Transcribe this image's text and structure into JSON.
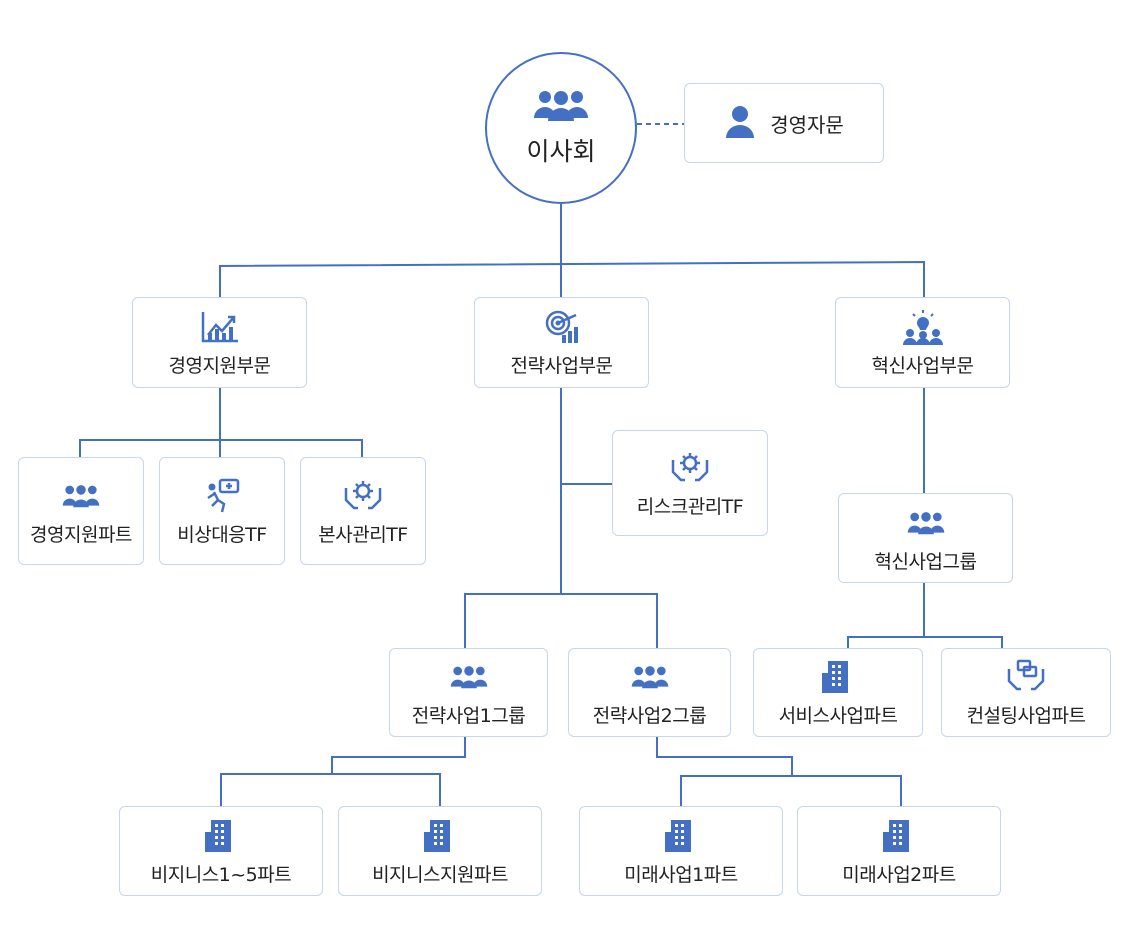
{
  "root": {
    "label": "이사회",
    "icon": "people-group-icon"
  },
  "advisor": {
    "label": "경영자문",
    "icon": "person-icon"
  },
  "divisions": {
    "management": {
      "label": "경영지원부문",
      "icon": "chart-growth-icon"
    },
    "strategy": {
      "label": "전략사업부문",
      "icon": "target-chart-icon"
    },
    "innovation": {
      "label": "혁신사업부문",
      "icon": "idea-people-icon"
    }
  },
  "units": {
    "mgmt_support_part": {
      "label": "경영지원파트",
      "icon": "people-group-icon"
    },
    "emergency_tf": {
      "label": "비상대응TF",
      "icon": "emergency-run-icon"
    },
    "hq_mgmt_tf": {
      "label": "본사관리TF",
      "icon": "gear-hands-icon"
    },
    "risk_tf": {
      "label": "리스크관리TF",
      "icon": "gear-hands-icon"
    },
    "innovation_group": {
      "label": "혁신사업그룹",
      "icon": "people-group-icon"
    },
    "strategy_group1": {
      "label": "전략사업1그룹",
      "icon": "people-group-icon"
    },
    "strategy_group2": {
      "label": "전략사업2그룹",
      "icon": "people-group-icon"
    },
    "service_part": {
      "label": "서비스사업파트",
      "icon": "building-icon"
    },
    "consulting_part": {
      "label": "컨설팅사업파트",
      "icon": "consulting-icon"
    },
    "business_1_5_part": {
      "label": "비지니스1~5파트",
      "icon": "building-icon"
    },
    "business_support_part": {
      "label": "비지니스지원파트",
      "icon": "building-icon"
    },
    "future_1_part": {
      "label": "미래사업1파트",
      "icon": "building-icon"
    },
    "future_2_part": {
      "label": "미래사업2파트",
      "icon": "building-icon"
    }
  },
  "colors": {
    "accent": "#4470c4",
    "border": "#c6d6ee"
  }
}
